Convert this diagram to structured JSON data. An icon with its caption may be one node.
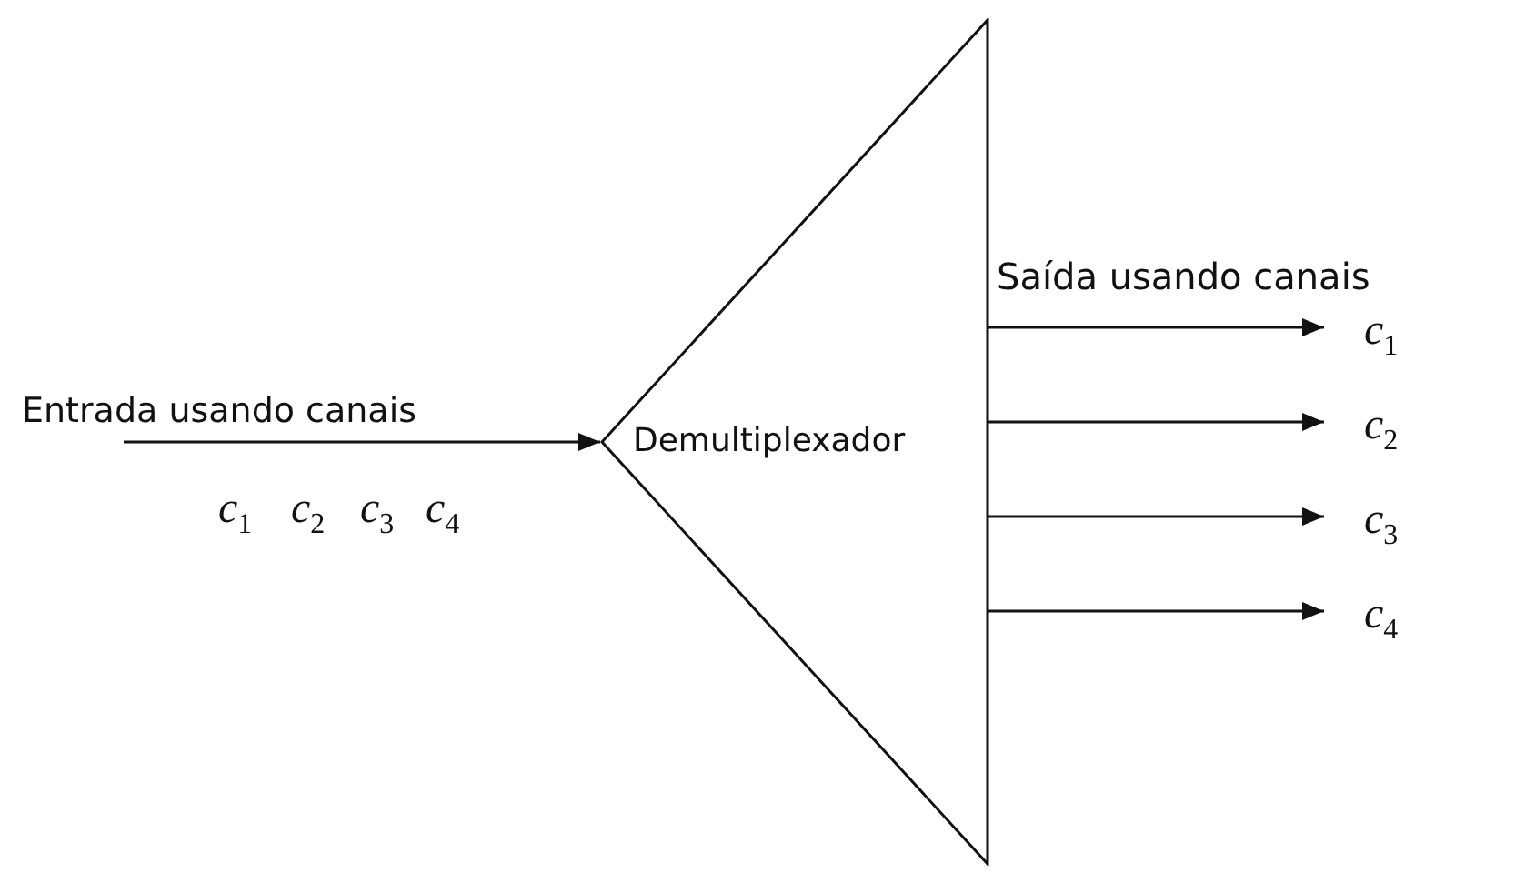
{
  "diagram": {
    "nodes": [
      {
        "text": [
          "Demultiplexador"
        ]
      },
      {
        "text": [
          "*c*$_{1}$"
        ]
      },
      {
        "text": [
          "*c*$_{2}$"
        ]
      },
      {
        "text": [
          "*c*$_{3}$"
        ]
      },
      {
        "text": [
          "*c*$_{4}$"
        ]
      }
    ],
    "edges": [
      {
        "from": null,
        "to": 0,
        "arrow": "to",
        "label": "Entrada usando canais"
      },
      {
        "from": 0,
        "to": 1,
        "arrow": "to"
      },
      {
        "from": 0,
        "to": 2,
        "arrow": "to"
      },
      {
        "from": 0,
        "to": 3,
        "arrow": "to"
      },
      {
        "from": 0,
        "to": 4,
        "arrow": "to"
      }
    ],
    "labels": [
      "Saída usando canais",
      "*c*$_{1}$",
      "*c*$_{2}$",
      "*c*$_{3}$",
      "*c*$_{4}$"
    ]
  }
}
